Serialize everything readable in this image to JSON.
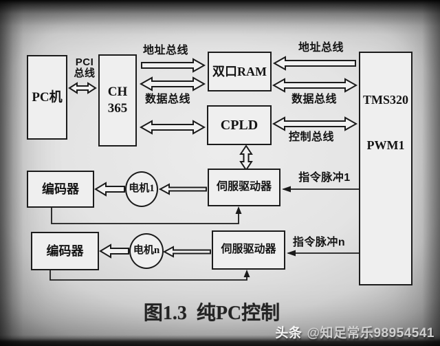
{
  "diagram": {
    "nodes": {
      "pc": {
        "label": "PC机"
      },
      "ch365": {
        "line1": "CH",
        "line2": "365"
      },
      "dual_port_ram": {
        "label": "双口RAM"
      },
      "cpld": {
        "label": "CPLD"
      },
      "tms320": {
        "line1": "TMS320",
        "line2": "PWM1"
      },
      "servo_driver_1": {
        "label": "伺服驱动器"
      },
      "servo_driver_2": {
        "label": "伺服驱动器"
      },
      "encoder_1": {
        "label": "编码器"
      },
      "encoder_2": {
        "label": "编码器"
      },
      "motor_1": {
        "label": "电机1"
      },
      "motor_n": {
        "label": "电机n"
      }
    },
    "bus_labels": {
      "pci_line1": "PCI",
      "pci_line2": "总线",
      "address_left": "地址总线",
      "data_left": "数据总线",
      "address_right": "地址总线",
      "data_right": "数据总线",
      "control_right": "控制总线",
      "pulse_1": "指令脉冲1",
      "pulse_n": "指令脉冲n"
    },
    "caption": "图1.3  纯PC控制"
  },
  "watermark": {
    "brand": "头条",
    "handle": "@知足常乐98954541"
  },
  "colors": {
    "ink": "#1b1b1b",
    "paper": "#e4e4e4",
    "box_fill": "#efefef"
  }
}
